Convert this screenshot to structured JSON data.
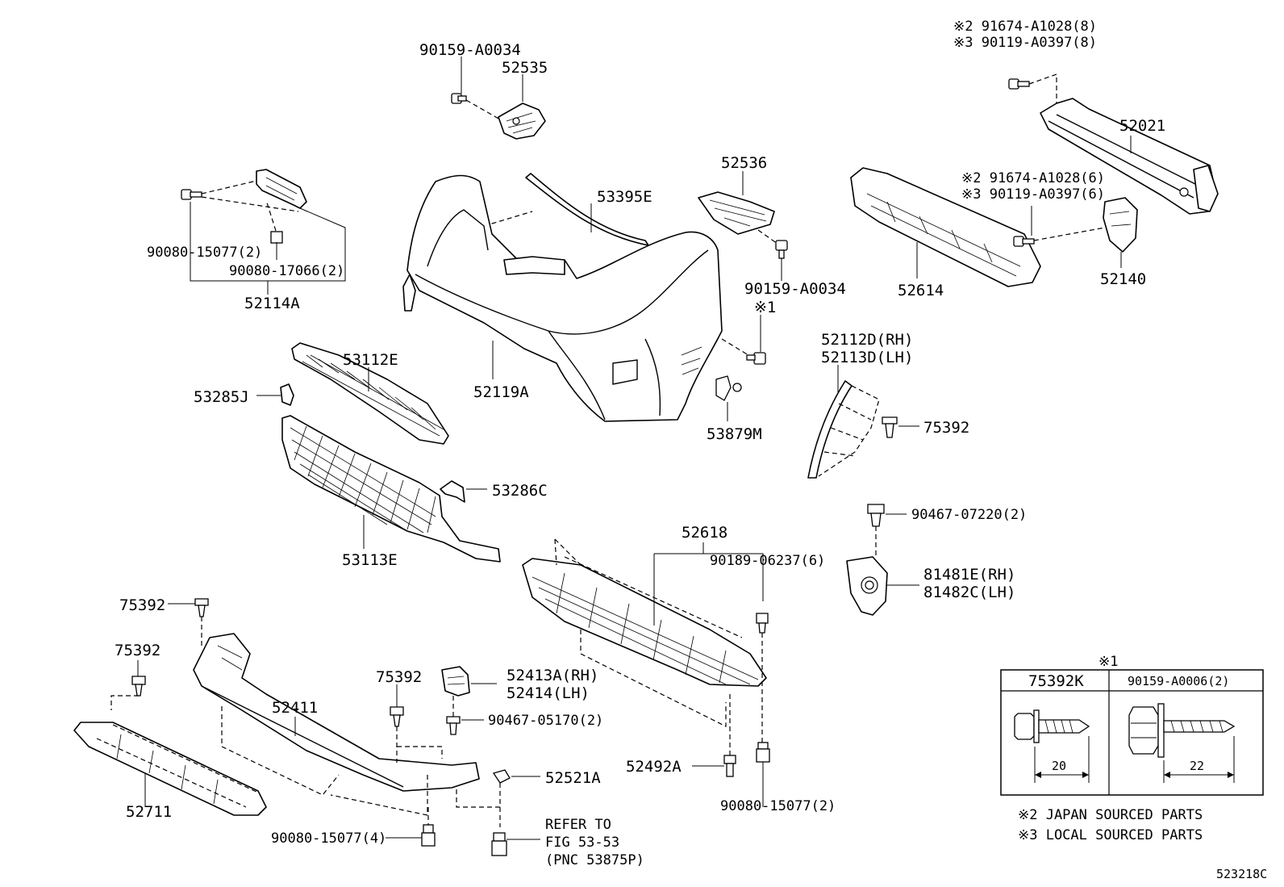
{
  "diagram_id": "523218C",
  "parts": {
    "p_52535": "52535",
    "p_90159_top": "90159-A0034",
    "p_52536": "52536",
    "p_90159_mid": "90159-A0034",
    "p_53395E": "53395E",
    "p_52119A": "52119A",
    "p_53112E": "53112E",
    "p_53285J": "53285J",
    "p_53113E": "53113E",
    "p_53286C": "53286C",
    "p_53879M": "53879M",
    "p_52114A": "52114A",
    "p_90080_15077_2a": "90080-15077(2)",
    "p_90080_17066": "90080-17066(2)",
    "p_note1_mid": "※1",
    "p_52021": "52021",
    "p_52614": "52614",
    "p_52140": "52140",
    "p_n2_top": "※2 91674-A1028(8)",
    "p_n3_top": "※3 90119-A0397(8)",
    "p_n2_mid": "※2 91674-A1028(6)",
    "p_n3_mid": "※3 90119-A0397(6)",
    "p_52112D": "52112D(RH)",
    "p_52113D": "52113D(LH)",
    "p_75392_r": "75392",
    "p_90467_07220": "90467-07220(2)",
    "p_81481E": "81481E(RH)",
    "p_81482C": "81482C(LH)",
    "p_52618": "52618",
    "p_90189": "90189-06237(6)",
    "p_52492A": "52492A",
    "p_90080_15077_2b": "90080-15077(2)",
    "p_75392_a": "75392",
    "p_75392_b": "75392",
    "p_75392_c": "75392",
    "p_52411": "52411",
    "p_52711": "52711",
    "p_52413A": "52413A(RH)",
    "p_52414": "52414(LH)",
    "p_90467_05170": "90467-05170(2)",
    "p_52521A": "52521A",
    "p_90080_15077_4": "90080-15077(4)",
    "p_refer1": "REFER TO",
    "p_refer2": "FIG 53-53",
    "p_refer3": "(PNC 53875P)"
  },
  "note_table": {
    "marker": "※1",
    "col1_header": "75392K",
    "col2_header": "90159-A0006(2)",
    "col1_dim": "20",
    "col2_dim": "22"
  },
  "footnotes": {
    "note2": "※2 JAPAN SOURCED PARTS",
    "note3": "※3 LOCAL SOURCED PARTS"
  }
}
